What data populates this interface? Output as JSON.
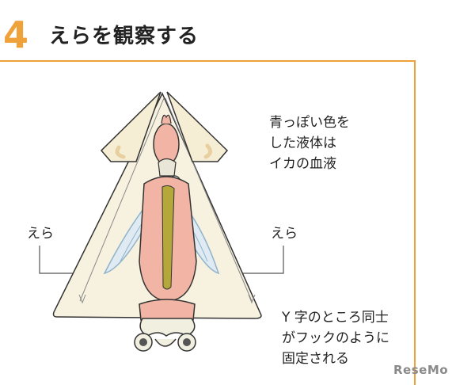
{
  "header": {
    "step_number": "4",
    "title": "えらを観察する",
    "accent_color": "#f0a23a"
  },
  "callouts": {
    "blood_lines": [
      "青っぽい色を",
      "した液体は",
      "イカの血液"
    ],
    "gill_left": "えら",
    "gill_right": "えら",
    "y_lines": [
      "Y 字のところ同士",
      "がフックのように",
      "固定される"
    ]
  },
  "colors": {
    "body": "#f7f2df",
    "fin": "#f6eed4",
    "fin_spot": "#e8cf9f",
    "organ": "#f2b5a5",
    "gill": "#dfeaf2",
    "gill_edge": "#8fb3cc",
    "center": "#b4a83a",
    "outline": "#333333"
  },
  "watermark": "ReseMo"
}
